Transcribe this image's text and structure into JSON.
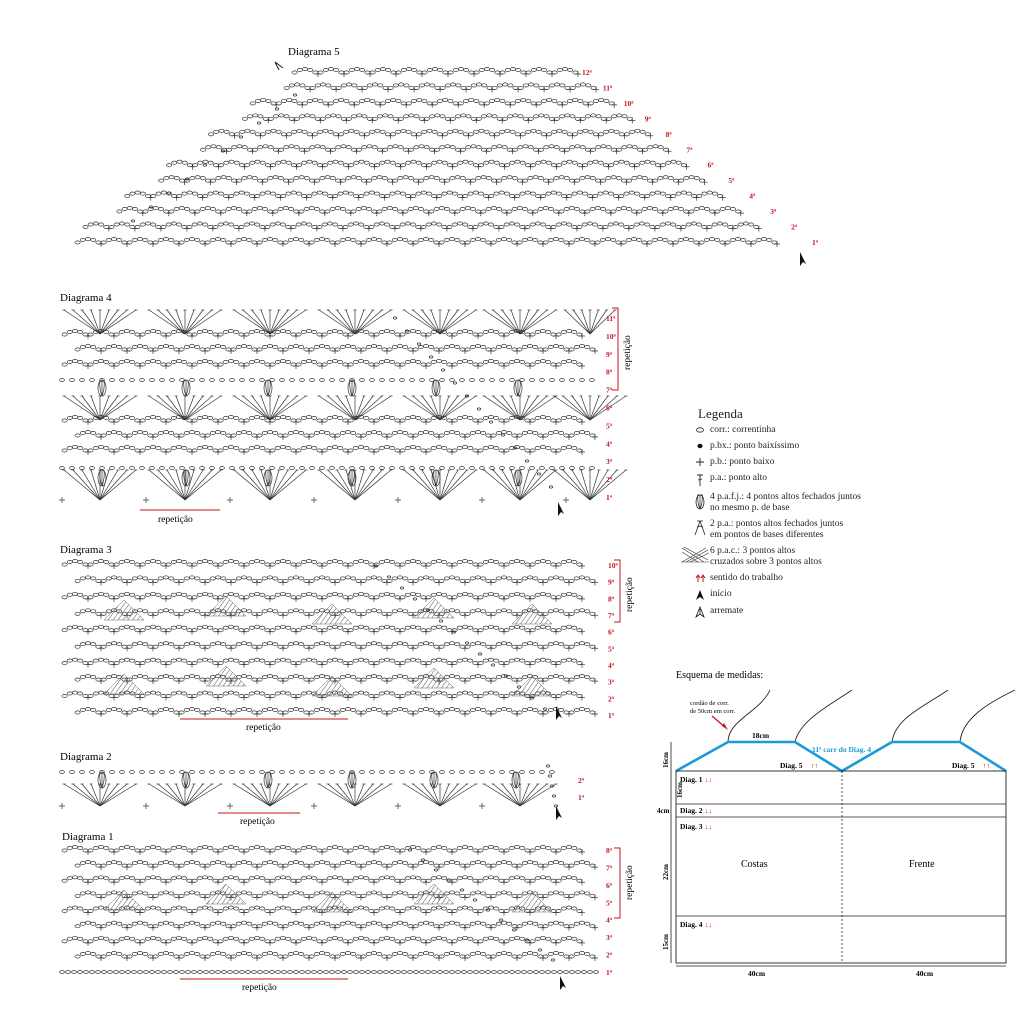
{
  "diagrams": [
    {
      "key": "d5",
      "title": "Diagrama 5",
      "rows": [
        "12ª",
        "11ª",
        "10ª",
        "9ª",
        "8ª",
        "7ª",
        "6ª",
        "5ª",
        "4ª",
        "3ª",
        "2ª",
        "1ª"
      ]
    },
    {
      "key": "d4",
      "title": "Diagrama 4",
      "rows": [
        "11ª",
        "10ª",
        "9ª",
        "8ª",
        "7ª",
        "6ª",
        "5ª",
        "4ª",
        "3ª",
        "2ª",
        "1ª"
      ],
      "repeat_h": "repetição",
      "repeat_v": "repetição"
    },
    {
      "key": "d3",
      "title": "Diagrama 3",
      "rows": [
        "10ª",
        "9ª",
        "8ª",
        "7ª",
        "6ª",
        "5ª",
        "4ª",
        "3ª",
        "2ª",
        "1ª"
      ],
      "repeat_h": "repetição",
      "repeat_v": "repetição"
    },
    {
      "key": "d2",
      "title": "Diagrama 2",
      "rows": [
        "2ª",
        "1ª"
      ],
      "repeat_h": "repetição"
    },
    {
      "key": "d1",
      "title": "Diagrama 1",
      "rows": [
        "8ª",
        "7ª",
        "6ª",
        "5ª",
        "4ª",
        "3ª",
        "2ª",
        "1ª"
      ],
      "repeat_h": "repetição",
      "repeat_v": "repetição"
    }
  ],
  "legend": {
    "title": "Legenda",
    "items": [
      {
        "icon": "chain-icon",
        "lines": [
          "corr.: correntinha"
        ]
      },
      {
        "icon": "slip-stitch-icon",
        "lines": [
          "p.bx.: ponto baixíssimo"
        ]
      },
      {
        "icon": "single-crochet-icon",
        "lines": [
          "p.b.: ponto baixo"
        ]
      },
      {
        "icon": "double-crochet-icon",
        "lines": [
          "p.a.: ponto alto"
        ]
      },
      {
        "icon": "cluster-icon",
        "lines": [
          "4 p.a.f.j.: 4 pontos altos fechados juntos",
          "no mesmo p. de base"
        ]
      },
      {
        "icon": "decrease-icon",
        "lines": [
          "2 p.a.: pontos altos fechados juntos",
          "em pontos de bases diferentes"
        ]
      },
      {
        "icon": "crossed-stitch-icon",
        "lines": [
          "6 p.a.c.: 3 pontos altos",
          "cruzados sobre 3 pontos altos"
        ]
      },
      {
        "icon": "direction-arrows-icon",
        "lines": [
          "sentido do trabalho"
        ]
      },
      {
        "icon": "start-icon",
        "lines": [
          "início"
        ]
      },
      {
        "icon": "finish-icon",
        "lines": [
          "arremate"
        ]
      }
    ]
  },
  "schema": {
    "title": "Esquema de medidas:",
    "note_lines": [
      "cordão de corr.",
      "de 50cm em corr."
    ],
    "top_width": "18cm",
    "row11_label": "11ª carr do Diag. 4",
    "diag5_label": "Diag. 5",
    "diag1_label": "Diag. 1",
    "diag2_label": "Diag. 2",
    "diag3_label": "Diag. 3",
    "diag4_label": "Diag. 4",
    "back_label": "Costas",
    "front_label": "Frente",
    "heights": [
      "16cm",
      "16cm",
      "4cm",
      "22cm",
      "15cm"
    ],
    "widths": [
      "40cm",
      "40cm"
    ],
    "colors": {
      "accent": "#1a9ad6",
      "red": "#c4161c",
      "ink": "#222222"
    }
  }
}
